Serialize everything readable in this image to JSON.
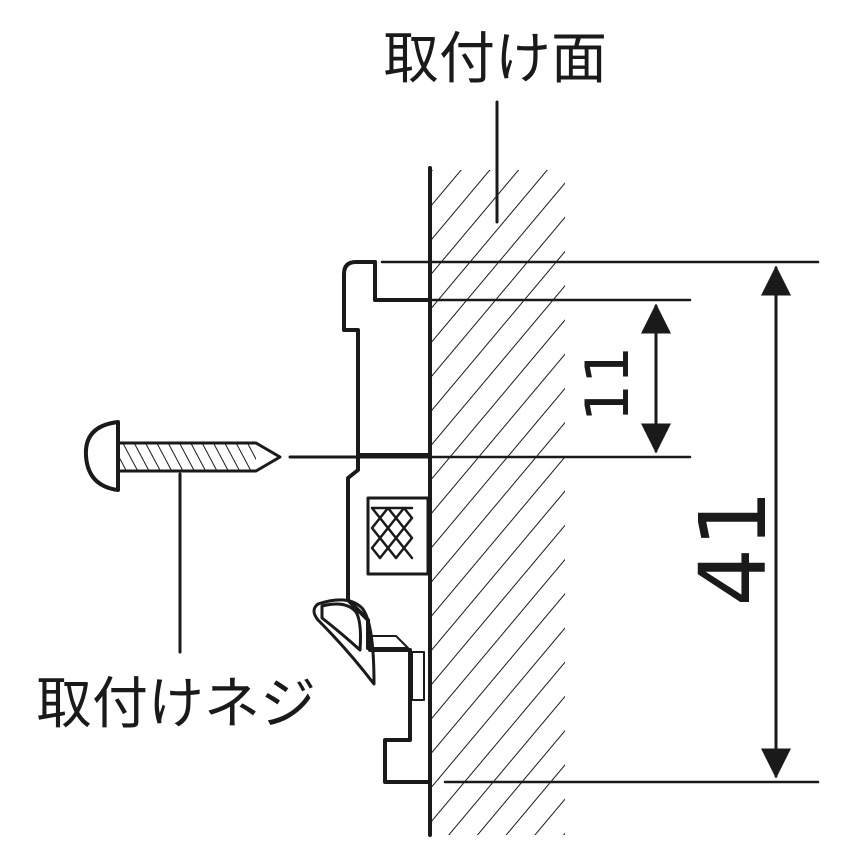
{
  "labels": {
    "mounting_surface": "取付け面",
    "mounting_screw": "取付けネジ"
  },
  "dimensions": {
    "small": "11",
    "large": "41"
  },
  "colors": {
    "line": "#1a1a1a",
    "background": "#ffffff"
  }
}
